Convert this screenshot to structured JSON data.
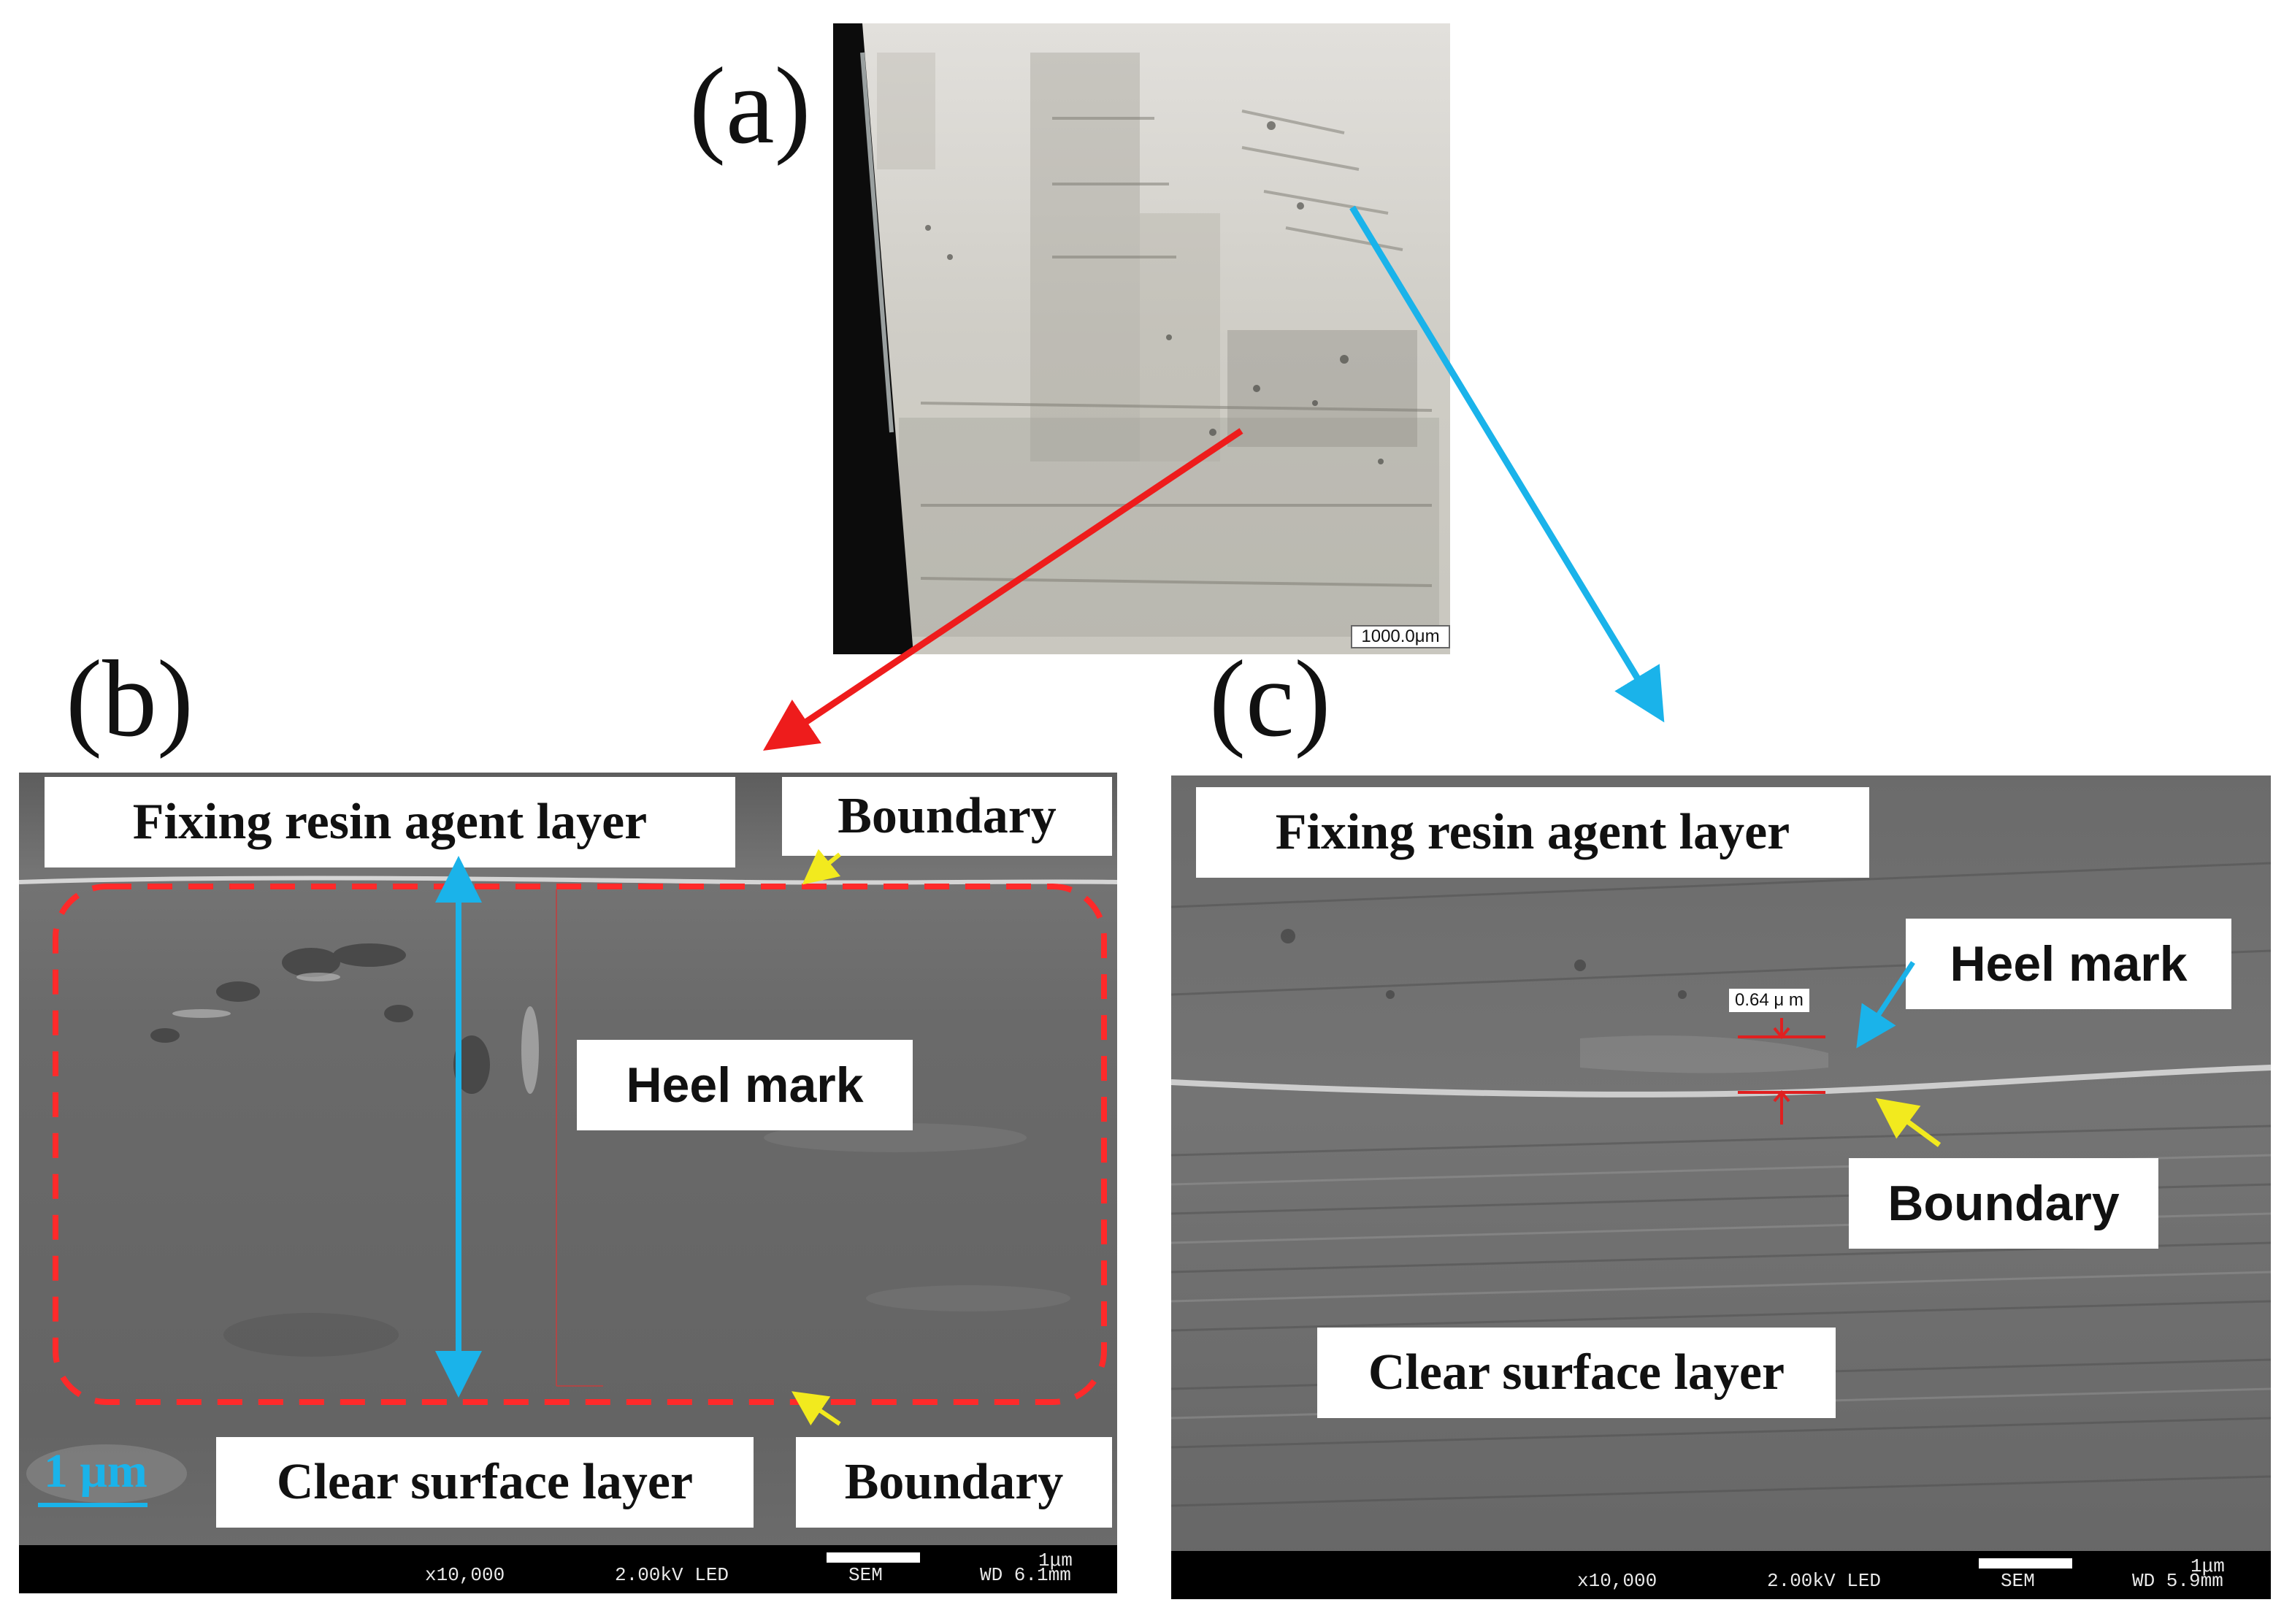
{
  "panels": {
    "a": {
      "letter": "(a)",
      "scale_label": "1000.0μm"
    },
    "b": {
      "letter": "(b)",
      "labels": {
        "fixing_resin": "Fixing resin agent layer",
        "boundary_top": "Boundary",
        "heel_mark": "Heel mark",
        "clear_surface": "Clear surface layer",
        "boundary_bottom": "Boundary",
        "scale_text": "1 μm"
      },
      "info_bar": {
        "scale": "1μm",
        "magnification": "x10,000",
        "voltage": "2.00kV LED",
        "detector": "SEM",
        "working_distance": "WD 6.1mm"
      }
    },
    "c": {
      "letter": "(c)",
      "labels": {
        "fixing_resin": "Fixing resin agent layer",
        "heel_mark": "Heel mark",
        "measurement": "0.64 μ m",
        "boundary": "Boundary",
        "clear_surface": "Clear surface layer"
      },
      "info_bar": {
        "scale": "1μm",
        "magnification": "x10,000",
        "voltage": "2.00kV LED",
        "detector": "SEM",
        "working_distance": "WD 5.9mm"
      }
    }
  },
  "colors": {
    "red_arrow": "#ee1c1c",
    "blue_arrow": "#1ab3ea",
    "yellow_arrow": "#f2ea1e",
    "dashed_region": "#ff2a2a"
  }
}
